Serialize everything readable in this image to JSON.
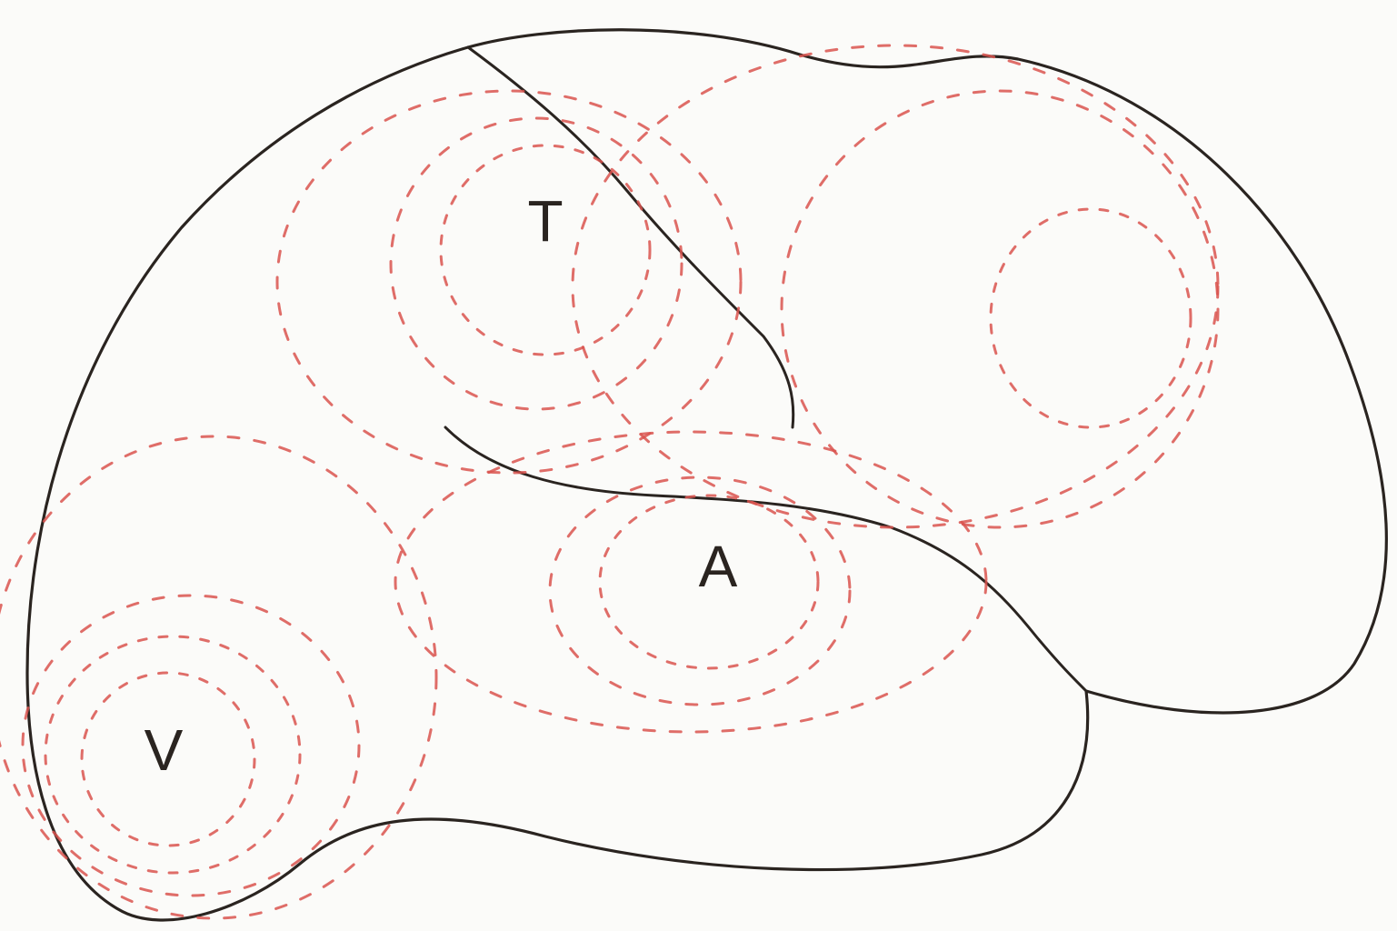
{
  "centers": [
    {
      "id": "T",
      "label": "T"
    },
    {
      "id": "A",
      "label": "A"
    },
    {
      "id": "V",
      "label": "V"
    }
  ],
  "colors": {
    "outline": "#2a2420",
    "zone_dashes": "#d9534f",
    "background": "#fbfbf9"
  }
}
